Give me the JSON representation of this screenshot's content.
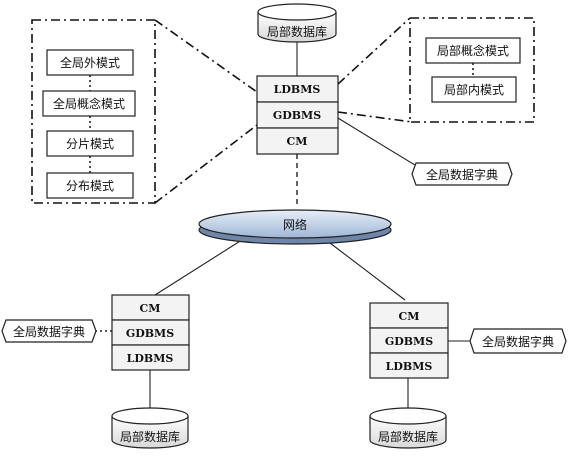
{
  "top_db": "局部数据库",
  "top_stack": [
    "LDBMS",
    "GDBMS",
    "CM"
  ],
  "left_schemas": [
    "全局外模式",
    "全局概念模式",
    "分片模式",
    "分布模式"
  ],
  "right_schemas": [
    "局部概念模式",
    "局部内模式"
  ],
  "top_dict": "全局数据字典",
  "network": "网络",
  "left_stack": [
    "CM",
    "GDBMS",
    "LDBMS"
  ],
  "left_dict": "全局数据字典",
  "left_db": "局部数据库",
  "right_stack": [
    "CM",
    "GDBMS",
    "LDBMS"
  ],
  "right_dict": "全局数据字典",
  "right_db": "局部数据库"
}
